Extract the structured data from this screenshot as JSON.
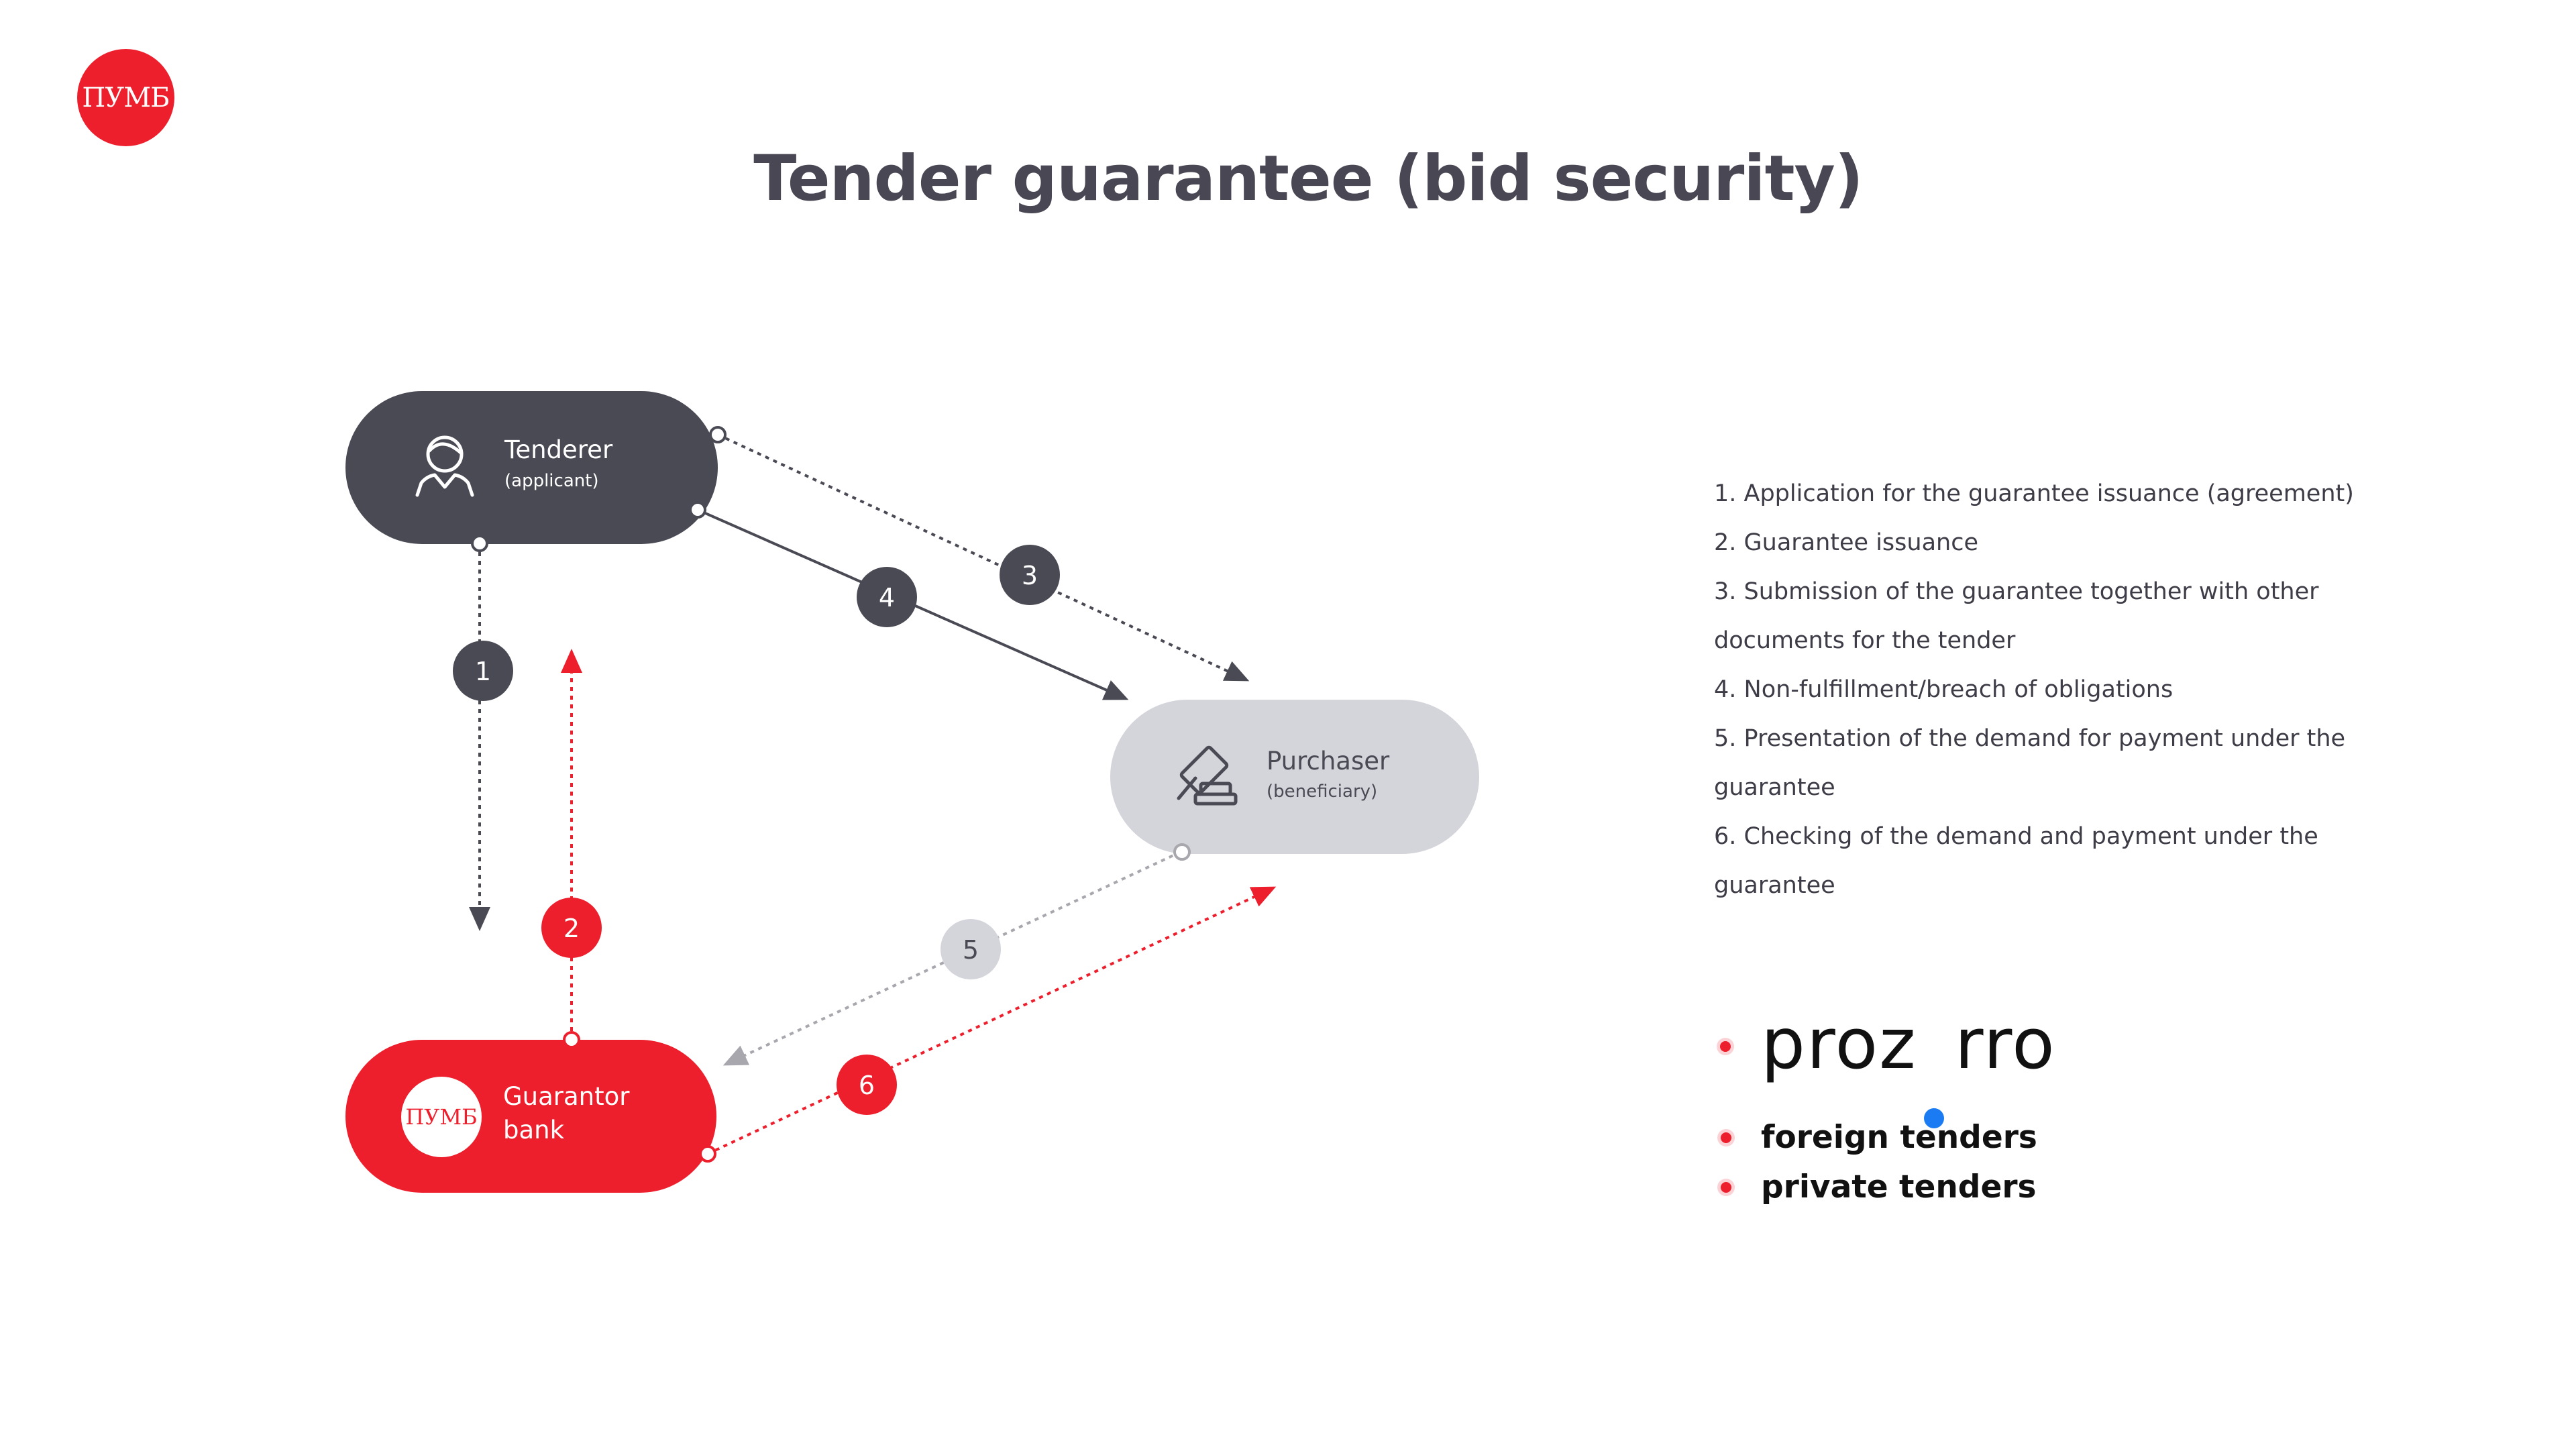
{
  "brand": {
    "logo_text": "ПУМБ"
  },
  "title": "Tender guarantee (bid security)",
  "nodes": {
    "tenderer": {
      "title": "Tenderer",
      "subtitle": "(applicant)",
      "icon": "person-icon"
    },
    "purchaser": {
      "title": "Purchaser",
      "subtitle": "(beneficiary)",
      "icon": "gavel-icon"
    },
    "guarantor": {
      "title_line1": "Guarantor",
      "title_line2": "bank",
      "icon": "pumb-logo",
      "logo_text": "ПУМБ"
    }
  },
  "steps": [
    {
      "number": "1",
      "text": "1. Application for the guarantee issuance (agreement)"
    },
    {
      "number": "2",
      "text": "2. Guarantee issuance"
    },
    {
      "number": "3",
      "text": "3. Submission of the guarantee together with other"
    },
    {
      "number": "",
      "text": "documents for the tender"
    },
    {
      "number": "4",
      "text": "4. Non-fulfillment/breach of obligations"
    },
    {
      "number": "5",
      "text": "5. Presentation of the demand for payment under the"
    },
    {
      "number": "",
      "text": "guarantee"
    },
    {
      "number": "6",
      "text": "6. Checking of the demand and payment under the"
    },
    {
      "number": "",
      "text": "guarantee"
    }
  ],
  "prozorro": {
    "part1": "proz",
    "part2": "rro"
  },
  "tenders": [
    "foreign tenders",
    "private tenders"
  ],
  "colors": {
    "dark": "#4a4a55",
    "red": "#ee1f2d",
    "grey": "#d4d4db",
    "grey_line": "#a7a7ad",
    "blue": "#1a7bf2"
  }
}
